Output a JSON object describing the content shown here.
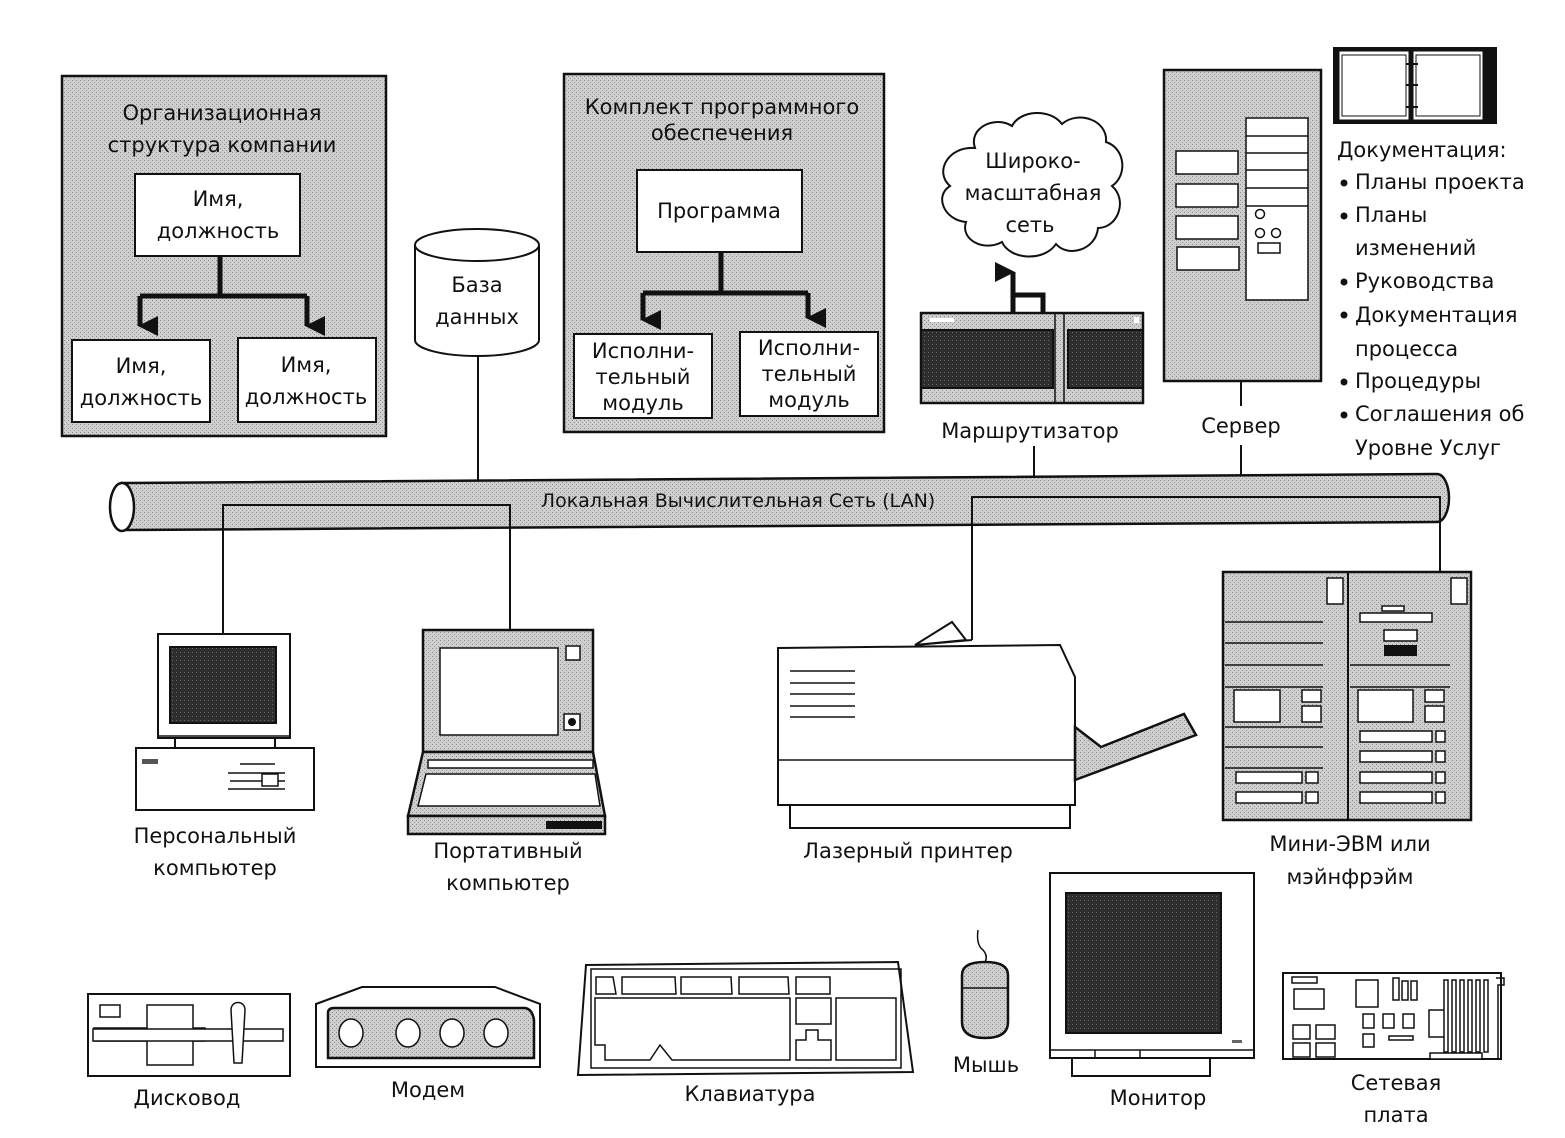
{
  "colors": {
    "panel_fill": "#c8c8c8",
    "dark_fill": "#2a2a2a",
    "line": "#111111",
    "background": "#ffffff"
  },
  "org_structure": {
    "title_lines": [
      "Организационная",
      "структура компании"
    ],
    "top_node": [
      "Имя,",
      "должность"
    ],
    "child_nodes": [
      [
        "Имя,",
        "должность"
      ],
      [
        "Имя,",
        "должность"
      ]
    ]
  },
  "database": {
    "label_lines": [
      "База",
      "данных"
    ]
  },
  "software_suite": {
    "title_lines": [
      "Комплект программного",
      "обеспечения"
    ],
    "top_node": "Программа",
    "child_nodes": [
      [
        "Исполни-",
        "тельный",
        "модуль"
      ],
      [
        "Исполни-",
        "тельный",
        "модуль"
      ]
    ]
  },
  "wan": {
    "label_lines": [
      "Широко-",
      "масштабная",
      "сеть"
    ]
  },
  "router": {
    "label": "Маршрутизатор"
  },
  "server": {
    "label": "Сервер"
  },
  "documentation": {
    "title": "Документация:",
    "items": [
      [
        "Планы проекта"
      ],
      [
        "Планы",
        "изменений"
      ],
      [
        "Руководства"
      ],
      [
        "Документация",
        "процесса"
      ],
      [
        "Процедуры"
      ],
      [
        "Соглашения об",
        "Уровне Услуг"
      ]
    ]
  },
  "lan": {
    "label": "Локальная Вычислительная Сеть (LAN)"
  },
  "devices": {
    "pc": [
      "Персональный",
      "компьютер"
    ],
    "laptop": [
      "Портативный",
      "компьютер"
    ],
    "printer": [
      "Лазерный принтер"
    ],
    "mainframe": [
      "Мини-ЭВМ или",
      "мэйнфрэйм"
    ]
  },
  "peripherals": {
    "disk_drive": "Дисковод",
    "modem": "Модем",
    "keyboard": "Клавиатура",
    "mouse": "Мышь",
    "monitor": "Монитор",
    "network_card": [
      "Сетевая",
      "плата"
    ]
  }
}
